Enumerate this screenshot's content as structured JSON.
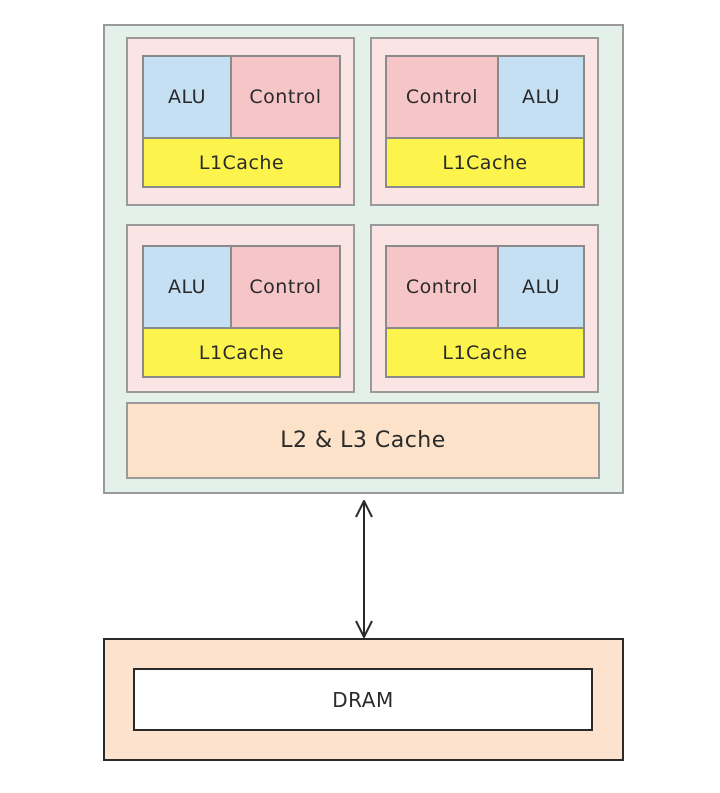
{
  "labels": {
    "alu": "ALU",
    "control": "Control",
    "l1": "L1Cache",
    "l2l3": "L2 & L3 Cache",
    "dram": "DRAM"
  },
  "colors": {
    "cpu_bg": "#e3f1ea",
    "core_bg": "#fbe4e4",
    "alu": "#c5dff3",
    "control": "#f6c5c8",
    "l1": "#fcf34d",
    "l2l3": "#fbe2c8",
    "dram_outer": "#fde3ce",
    "dram_inner": "#ffffff",
    "arrow": "#2a2a2a"
  }
}
